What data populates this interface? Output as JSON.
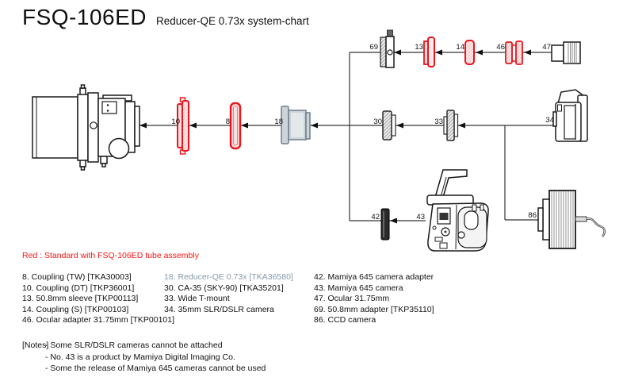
{
  "header": {
    "title": "FSQ-106ED",
    "subtitle": "Reducer-QE 0.73x system-chart"
  },
  "diagram": {
    "type": "system-connection-chart",
    "labels": {
      "n8": "8",
      "n10": "10",
      "n13": "13",
      "n14": "14",
      "n18": "18",
      "n30": "30",
      "n33": "33",
      "n34": "34",
      "n42": "42",
      "n43": "43",
      "n46": "46",
      "n47": "47",
      "n69": "69",
      "n86": "86"
    },
    "colors": {
      "standard_red": "#e8141e",
      "reducer_blue_fill": "#ccd4da",
      "reducer_blue_stroke": "#6e7f8d",
      "reducer_text": "#8699a8",
      "line": "#333333",
      "red_note": "#ff1414"
    }
  },
  "red_note": "Red : Standard with FSQ-106ED tube assembly",
  "legend": {
    "col1": [
      "8. Coupling (TW) [TKA30003]",
      "10. Coupling (DT) [TKP36001]",
      "13. 50.8mm sleeve [TKP00113]",
      "14. Coupling (S) [TKP00103]",
      "46. Ocular adapter 31.75mm [TKP00101]"
    ],
    "col2": [
      "18. Reducer-QE 0.73x [TKA36580]",
      "30. CA-35 (SKY-90) [TKA35201]",
      "33. Wide T-mount",
      "34. 35mm SLR/DSLR camera"
    ],
    "col3": [
      "42. Mamiya 645 camera adapter",
      "43. Mamiya 645 camera",
      "47. Ocular 31.75mm",
      "69. 50.8mm adapter [TKP35110]",
      "86. CCD camera"
    ]
  },
  "notes": {
    "label": "[Notes]",
    "lines": [
      "- Some SLR/DSLR cameras cannot be attached",
      "- No. 43 is a product by Mamiya Digital Imaging Co.",
      "- Some the release of Mamiya 645 cameras cannot be used"
    ]
  }
}
